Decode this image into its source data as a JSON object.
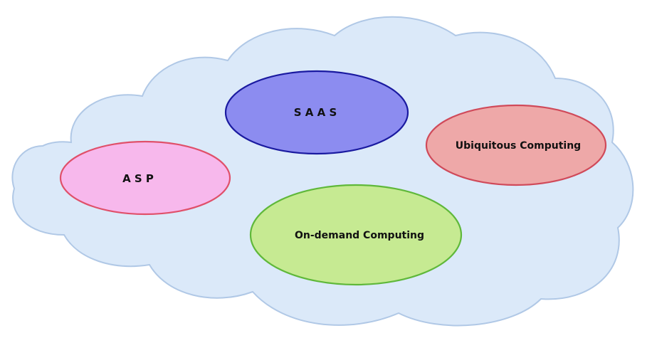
{
  "diagram": {
    "nodes": [
      {
        "id": "saas",
        "label": "S A A S",
        "fill": "#8c8cf0",
        "stroke": "#1a1aa0"
      },
      {
        "id": "asp",
        "label": "A S P",
        "fill": "#f7b8ec",
        "stroke": "#e0506a"
      },
      {
        "id": "ubiquitous",
        "label": "Ubiquitous Computing",
        "fill": "#eea8a8",
        "stroke": "#d04a5a"
      },
      {
        "id": "on-demand",
        "label": "On-demand Computing",
        "fill": "#c6ea92",
        "stroke": "#5fb83a"
      }
    ],
    "cloud": {
      "fill": "#dbe9f9",
      "stroke": "#b0c8e6"
    }
  }
}
